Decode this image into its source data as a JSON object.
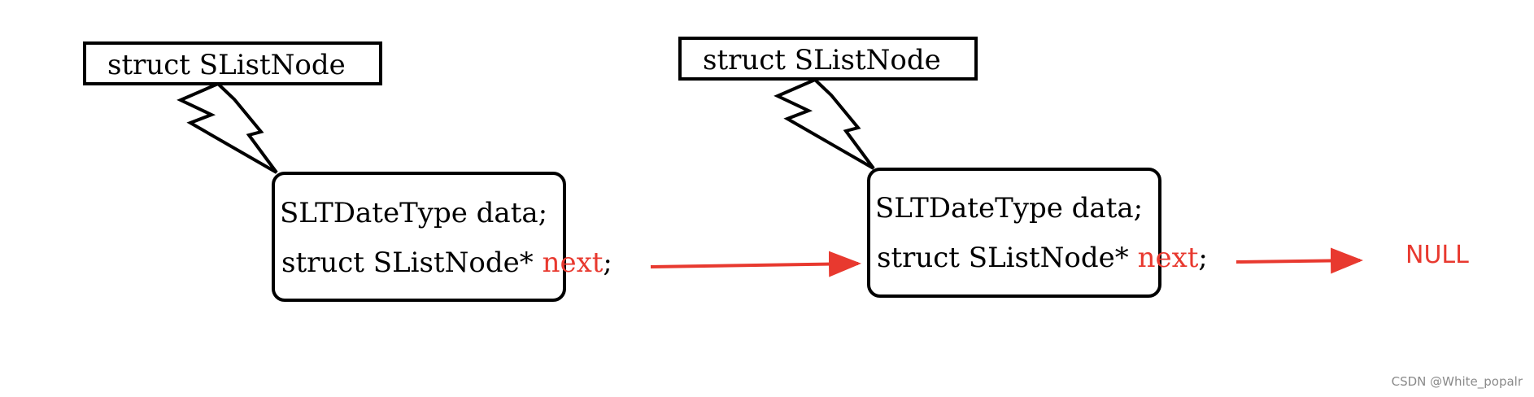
{
  "nodes": [
    {
      "type_label": "struct SListNode",
      "data_field": "SLTDateType data;",
      "pointer_type": "struct SListNode*",
      "pointer_name": "next",
      "pointer_semicolon": ";"
    },
    {
      "type_label": "struct SListNode",
      "data_field": "SLTDateType data;",
      "pointer_type": "struct SListNode*",
      "pointer_name": "next",
      "pointer_semicolon": ";"
    }
  ],
  "terminator": "NULL",
  "watermark": "CSDN @White_popalr",
  "colors": {
    "pointer": "#e8392f",
    "outline": "#000000"
  }
}
